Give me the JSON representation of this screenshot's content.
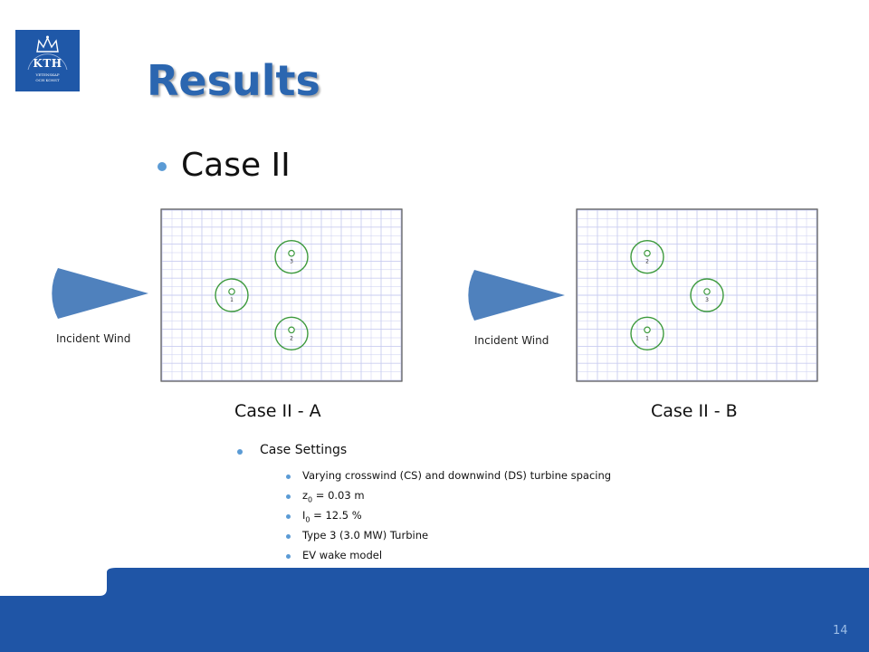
{
  "logo": {
    "text": "KTH",
    "sub1": "VETENSKAP",
    "sub2": "OCH KONST"
  },
  "title": "Results",
  "subtitle": "Case II",
  "panels": [
    {
      "caption": "Case II - A",
      "wind_label": "Incident Wind",
      "turbines": [
        {
          "label": "3",
          "col": 6.5,
          "row": 2.75
        },
        {
          "label": "1",
          "col": 3.5,
          "row": 5.0
        },
        {
          "label": "2",
          "col": 6.5,
          "row": 7.25
        }
      ]
    },
    {
      "caption": "Case II - B",
      "wind_label": "Incident Wind",
      "turbines": [
        {
          "label": "2",
          "col": 3.5,
          "row": 2.75
        },
        {
          "label": "3",
          "col": 6.5,
          "row": 5.0
        },
        {
          "label": "1",
          "col": 3.5,
          "row": 7.25
        }
      ]
    }
  ],
  "settings": {
    "heading": "Case Settings",
    "items": [
      {
        "text": "Varying crosswind (CS) and downwind (DS) turbine spacing"
      },
      {
        "pre": "z",
        "sub": "0",
        "post": " = 0.03 m"
      },
      {
        "pre": "I",
        "sub": "0",
        "post": " = 12.5 %"
      },
      {
        "text": "Type 3 (3.0 MW) Turbine"
      },
      {
        "text": "EV wake model"
      }
    ]
  },
  "page_number": "14",
  "colors": {
    "title": "#2b66b0",
    "band": "#1f55a6",
    "bullet": "#5b9bd5",
    "turbine": "#3d9a3d",
    "grid": "#c9cdf0"
  }
}
